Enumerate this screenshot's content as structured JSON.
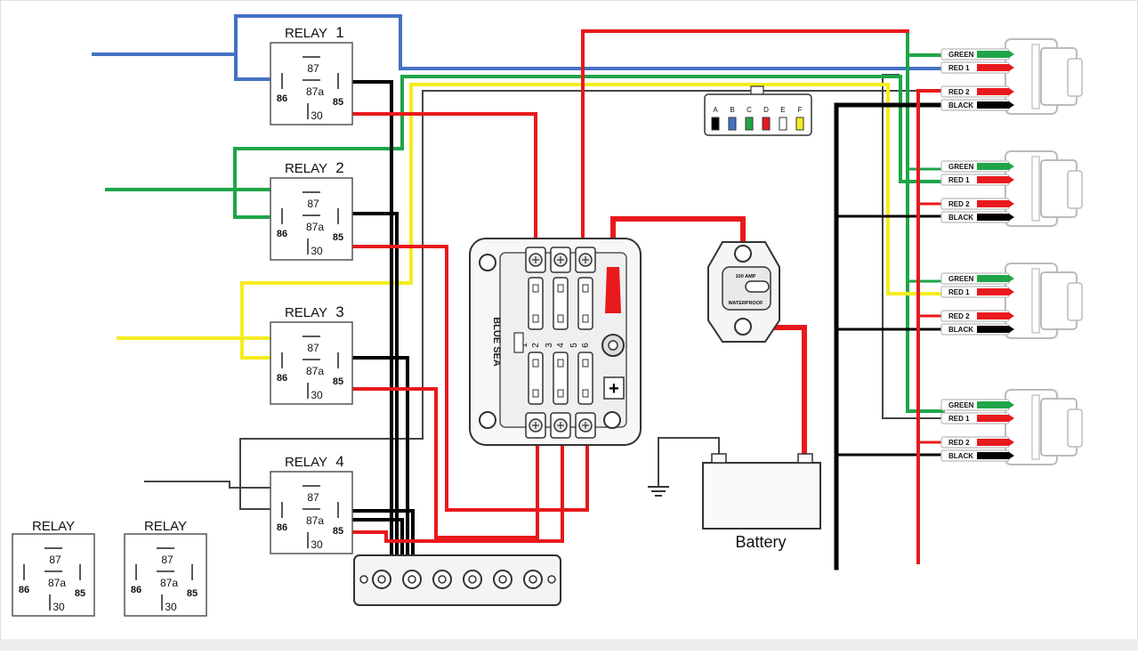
{
  "relays": [
    {
      "title": "RELAY",
      "number": "1",
      "p87": "87",
      "p87a": "87a",
      "p86": "86",
      "p85": "85",
      "p30": "30"
    },
    {
      "title": "RELAY",
      "number": "2",
      "p87": "87",
      "p87a": "87a",
      "p86": "86",
      "p85": "85",
      "p30": "30"
    },
    {
      "title": "RELAY",
      "number": "3",
      "p87": "87",
      "p87a": "87a",
      "p86": "86",
      "p85": "85",
      "p30": "30"
    },
    {
      "title": "RELAY",
      "number": "4",
      "p87": "87",
      "p87a": "87a",
      "p86": "86",
      "p85": "85",
      "p30": "30"
    },
    {
      "title": "RELAY",
      "number": "",
      "p87": "87",
      "p87a": "87a",
      "p86": "86",
      "p85": "85",
      "p30": "30"
    },
    {
      "title": "RELAY",
      "number": "",
      "p87": "87",
      "p87a": "87a",
      "p86": "86",
      "p85": "85",
      "p30": "30"
    }
  ],
  "fuse_block": {
    "brand": "BLUE SEA",
    "fuse_numbers": [
      "1",
      "2",
      "3",
      "4",
      "5",
      "6"
    ],
    "plus_symbol": "+"
  },
  "breaker": {
    "rating": "100 AMP",
    "label": "WATERPROOF"
  },
  "battery": {
    "label": "Battery"
  },
  "connector": {
    "pins": [
      "A",
      "B",
      "C",
      "D",
      "E",
      "F"
    ]
  },
  "switch_labels": {
    "green": "GREEN",
    "red1": "RED 1",
    "red2": "RED 2",
    "black": "BLACK"
  },
  "wire_colors": {
    "red": "#e8191c",
    "black": "#000000",
    "blue": "#4472c4",
    "green": "#1fa548",
    "yellow": "#f5ec1e"
  }
}
